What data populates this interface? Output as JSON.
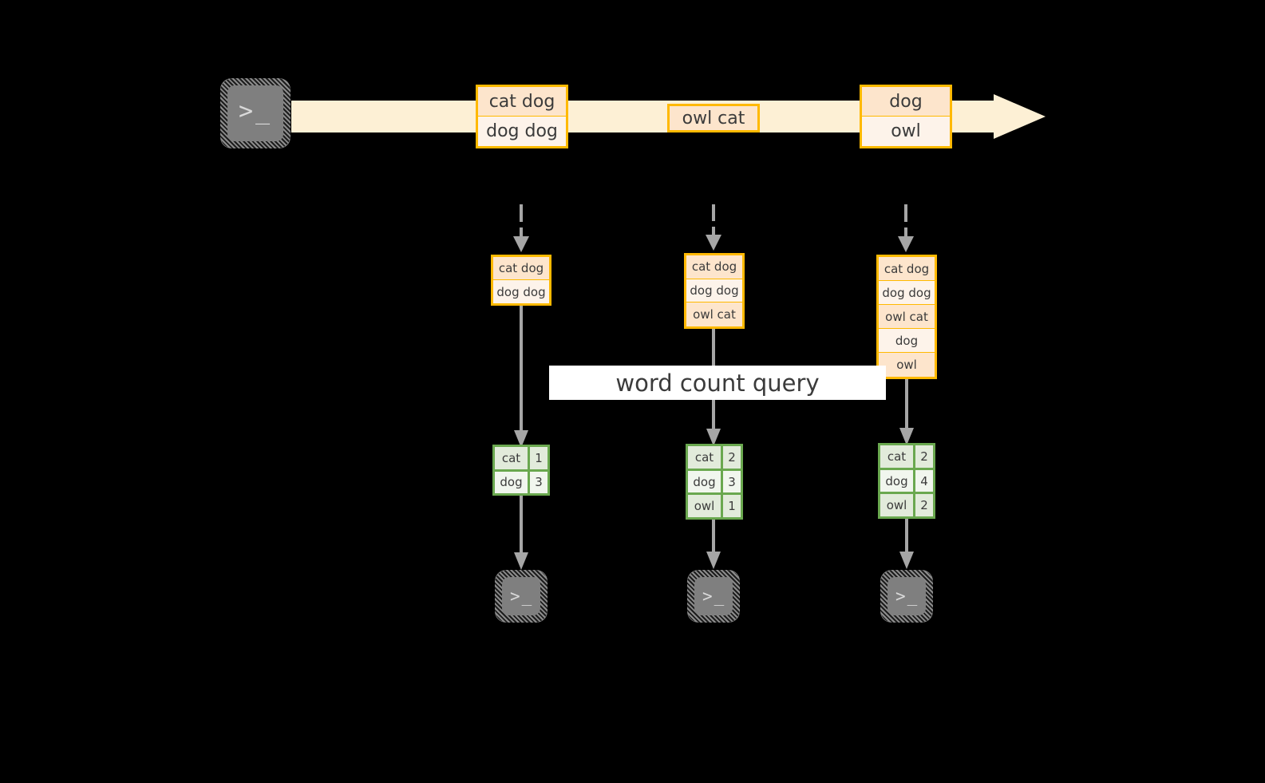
{
  "diagram": {
    "title_banner": "word count query",
    "colors": {
      "background": "#000000",
      "stream_fill": "#fdf0d5",
      "message_border": "#ffb900",
      "message_fill_dark": "#fde5cc",
      "message_fill_light": "#fdf3ea",
      "count_border": "#6aa84f",
      "count_fill_dark": "#e2ebdb",
      "count_fill_light": "#f1f6ee",
      "connector": "#a6a6a6",
      "console_fill": "#7f7f7f",
      "banner_fill": "#ffffff",
      "text": "#3b3b3b"
    },
    "producer": {
      "icon": "terminal-icon",
      "glyph": ">_"
    },
    "stream": {
      "label": "event-stream-arrow",
      "messages": [
        {
          "id": "m1",
          "lines": [
            "cat dog",
            "dog dog"
          ]
        },
        {
          "id": "m2",
          "lines": [
            "owl cat"
          ]
        },
        {
          "id": "m3",
          "lines": [
            "dog",
            "owl"
          ]
        }
      ]
    },
    "snapshots": [
      {
        "id": "s1",
        "log": {
          "rows": [
            "cat dog",
            "dog dog"
          ]
        },
        "counts": {
          "rows": [
            {
              "word": "cat",
              "count": "1"
            },
            {
              "word": "dog",
              "count": "3"
            }
          ]
        },
        "consumer": {
          "icon": "terminal-icon",
          "glyph": ">_"
        }
      },
      {
        "id": "s2",
        "log": {
          "rows": [
            "cat dog",
            "dog dog",
            "owl cat"
          ]
        },
        "counts": {
          "rows": [
            {
              "word": "cat",
              "count": "2"
            },
            {
              "word": "dog",
              "count": "3"
            },
            {
              "word": "owl",
              "count": "1"
            }
          ]
        },
        "consumer": {
          "icon": "terminal-icon",
          "glyph": ">_"
        }
      },
      {
        "id": "s3",
        "log": {
          "rows": [
            "cat dog",
            "dog dog",
            "owl cat",
            "dog",
            "owl"
          ]
        },
        "counts": {
          "rows": [
            {
              "word": "cat",
              "count": "2"
            },
            {
              "word": "dog",
              "count": "4"
            },
            {
              "word": "owl",
              "count": "2"
            }
          ]
        },
        "consumer": {
          "icon": "terminal-icon",
          "glyph": ">_"
        }
      }
    ]
  }
}
